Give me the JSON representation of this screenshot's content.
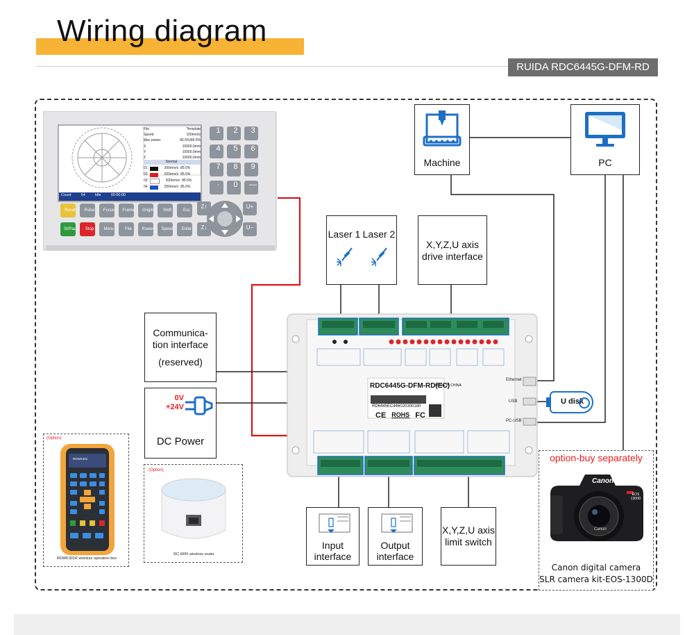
{
  "header": {
    "title": "Wiring diagram",
    "model": "RUIDA RDC6445G-DFM-RD"
  },
  "colors": {
    "accent_bar": "#f6b335",
    "model_tag_bg": "#6d6d6d",
    "red_wire": "#d9141b",
    "blue_port": "#1d6fc4",
    "option_red": "#e62020"
  },
  "panel": {
    "status_bar": {
      "count_label": "Count",
      "count_value": "54",
      "state": "Idle",
      "time": "00:00:00"
    },
    "info_rows": [
      {
        "k": "File",
        "v": "Template"
      },
      {
        "k": "Speed",
        "v": "100mm/s"
      },
      {
        "k": "Max power",
        "v": "85.5%/85.5%"
      },
      {
        "k": "X",
        "v": "10000.0mm"
      },
      {
        "k": "Y",
        "v": "10000.0mm"
      },
      {
        "k": "Z",
        "v": "10000.0mm"
      }
    ],
    "layer_header": "Normal",
    "layers": [
      {
        "id": "01",
        "color": "#111111",
        "speed": "200mm/s",
        "power": "85.5%"
      },
      {
        "id": "02",
        "color": "#e21b1b",
        "speed": "200mm/s",
        "power": "85.5%"
      },
      {
        "id": "03",
        "color": "#ffffff",
        "speed": "200mm/s",
        "power": "85.5%"
      },
      {
        "id": "04",
        "color": "#1c4fc4",
        "speed": "200mm/s",
        "power": "85.5%"
      }
    ],
    "keys_row1": [
      "Reset",
      "Pulse",
      "Focus",
      "Frame",
      "Origin",
      "Shift",
      "Esc"
    ],
    "keys_row2": [
      "St/Pau",
      "Stop",
      "Menu",
      "File",
      "Power",
      "Speed",
      "Enter"
    ],
    "numpad": [
      "1",
      "2",
      "3",
      "4",
      "5",
      "6",
      "7",
      "8",
      "9",
      "·",
      "0",
      "—"
    ],
    "axis_keys": {
      "z_up": "Z↑",
      "z_down": "Z↓",
      "u_plus": "U+",
      "u_minus": "U−"
    }
  },
  "machine": {
    "label": "Machine",
    "icon": "cnc-machine-icon"
  },
  "pc": {
    "label": "PC",
    "icon": "monitor-icon"
  },
  "lasers": {
    "laser1": "Laser 1",
    "laser2": "Laser 2",
    "icon": "laser-beam-icon"
  },
  "drive_interface": {
    "line1": "X,Y,Z,U axis",
    "line2": "drive interface"
  },
  "comm_interface": {
    "line1": "Communica-",
    "line2": "tion interface",
    "line3": "(reserved)"
  },
  "dc_power": {
    "label": "DC Power",
    "v0": "0V",
    "v24": "+24V",
    "icon": "power-plug-icon"
  },
  "controller": {
    "model": "RDC6445G-DFM-RD(EC)",
    "made_in": "MADE IN CHINA",
    "serial": "RD6445EC446020300180",
    "marks": {
      "ce": "CE",
      "rohs": "ROHS",
      "fc": "FC"
    },
    "ports_right": {
      "ethernet": "Ethernet",
      "usb": "USB",
      "pc_usb": "PC-USB"
    }
  },
  "usb_disk": {
    "label": "U disk"
  },
  "input_interface": {
    "line1": "Input",
    "line2": "interface"
  },
  "output_interface": {
    "line1": "Output",
    "line2": "interface"
  },
  "limit_switch": {
    "line1": "X,Y,Z,U axis",
    "line2": "limit switch"
  },
  "optional": {
    "tag": "(Option)",
    "wireless_box_caption": "RDWK301R wireless operation box",
    "wireless_box_brand": "RDWK301",
    "router_caption": "RC-WIFI wireless router"
  },
  "camera": {
    "header": "option-buy separately",
    "brand": "Canon",
    "model_badge": "EOS 1300D",
    "caption1": "Canon digital camera",
    "caption2": "SLR camera kit-EOS-1300D"
  }
}
